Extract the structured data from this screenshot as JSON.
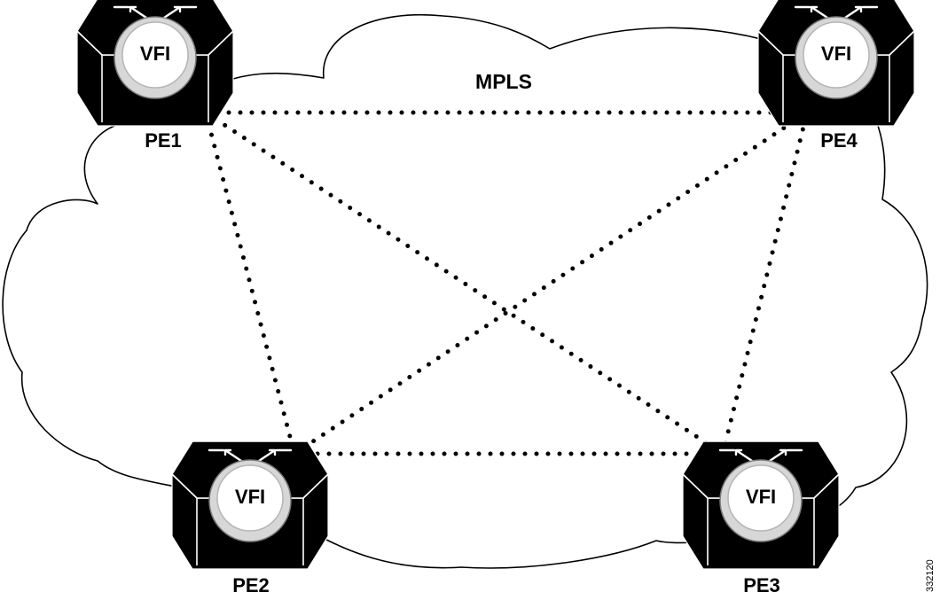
{
  "cloud": {
    "label": "MPLS"
  },
  "nodes": [
    {
      "id": "PE1",
      "label": "PE1",
      "badge": "VFI"
    },
    {
      "id": "PE2",
      "label": "PE2",
      "badge": "VFI"
    },
    {
      "id": "PE3",
      "label": "PE3",
      "badge": "VFI"
    },
    {
      "id": "PE4",
      "label": "PE4",
      "badge": "VFI"
    }
  ],
  "links": [
    {
      "from": "PE1",
      "to": "PE4"
    },
    {
      "from": "PE1",
      "to": "PE2"
    },
    {
      "from": "PE1",
      "to": "PE3"
    },
    {
      "from": "PE2",
      "to": "PE4"
    },
    {
      "from": "PE2",
      "to": "PE3"
    },
    {
      "from": "PE3",
      "to": "PE4"
    }
  ],
  "link_style": "dotted",
  "colors": {
    "stroke": "#000000",
    "router": "#000000",
    "badge_ring": "#d7d7d7",
    "background": "#ffffff"
  },
  "figure_id": "332120"
}
